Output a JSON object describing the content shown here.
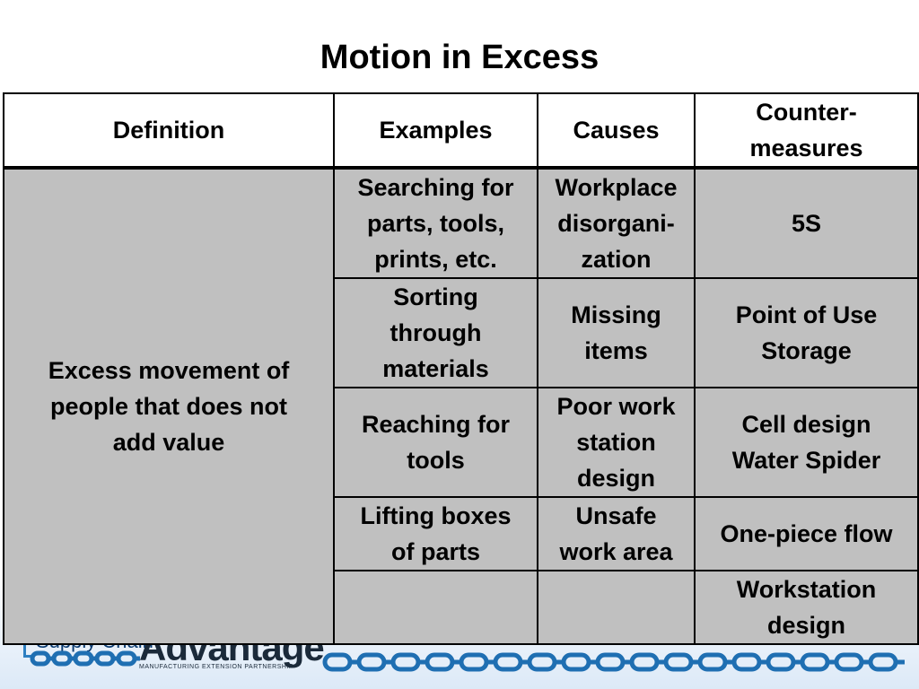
{
  "title": "Motion in Excess",
  "table": {
    "headers": [
      "Definition",
      "Examples",
      "Causes",
      "Counter-\nmeasures"
    ],
    "definition": "Excess movement of\npeople that does not\nadd value",
    "rows": [
      {
        "example": "Searching for\nparts, tools,\nprints, etc.",
        "cause": "Workplace\ndisorgani-\nzation",
        "countermeasure": "5S"
      },
      {
        "example": "Sorting\nthrough\nmaterials",
        "cause": "Missing\nitems",
        "countermeasure": "Point of Use\nStorage"
      },
      {
        "example": "Reaching for\ntools",
        "cause": "Poor work\nstation\ndesign",
        "countermeasure": "Cell design\nWater Spider"
      },
      {
        "example": "Lifting boxes\nof parts",
        "cause": "Unsafe\nwork area",
        "countermeasure": "One-piece flow"
      },
      {
        "example": "",
        "cause": "",
        "countermeasure": "Workstation\ndesign"
      }
    ]
  },
  "footer": {
    "logo_small": "Supply Chain",
    "logo_main": "Advantage",
    "logo_tagline": "MANUFACTURING EXTENSION PARTNERSHIP"
  },
  "colors": {
    "body_cell": "#c0c0c0",
    "header_cell": "#ffffff",
    "chain": "#1f6fb2"
  }
}
